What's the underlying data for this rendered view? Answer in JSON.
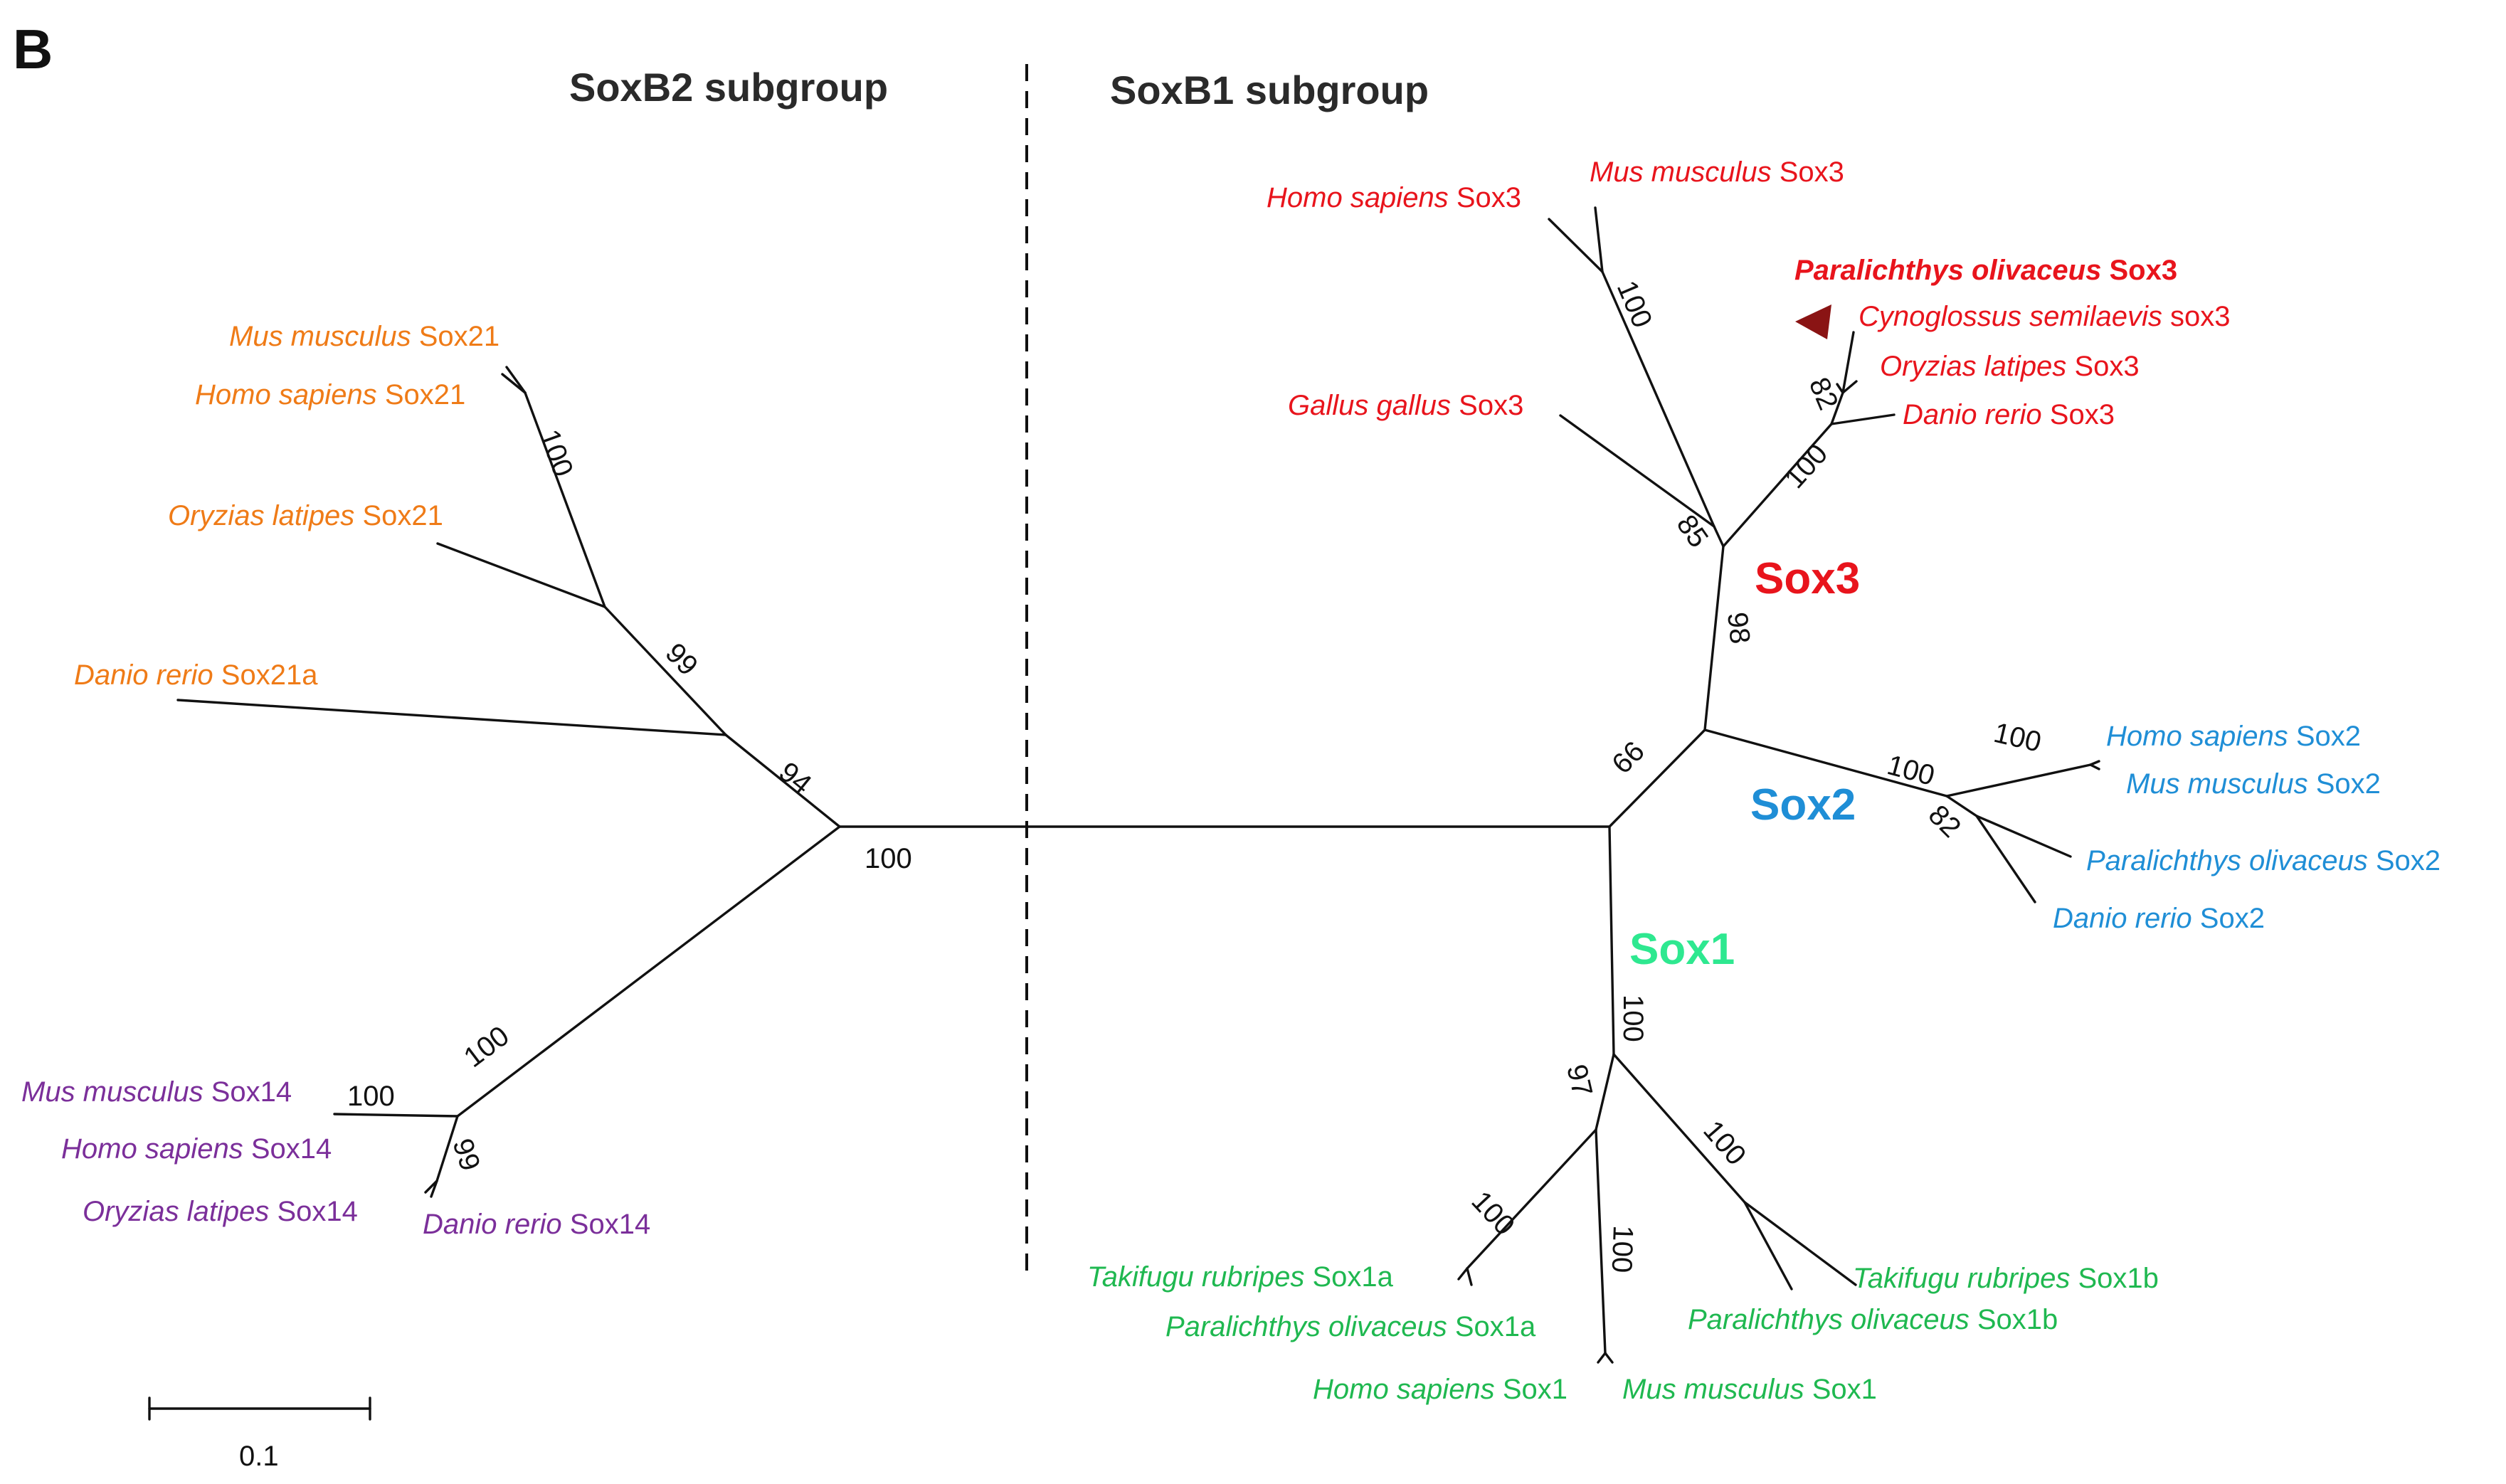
{
  "panel_label": "B",
  "groups": {
    "soxb2": "SoxB2 subgroup",
    "soxb1": "SoxB1 subgroup"
  },
  "clades": {
    "sox3": "Sox3",
    "sox2": "Sox2",
    "sox1": "Sox1"
  },
  "colors": {
    "sox3": "#e8141c",
    "sox2": "#1f8ed6",
    "sox1": "#1fb850",
    "sox1_label": "#2ee890",
    "sox21": "#ef7b17",
    "sox14": "#7b2f9a",
    "marker": "#8a1414",
    "line": "#111111"
  },
  "scale_bar": {
    "label": "0.1"
  },
  "marker_icon": "triangle-left-icon",
  "leaves": {
    "hs_sox3": {
      "species": "Homo sapiens",
      "gene": "Sox3"
    },
    "mm_sox3": {
      "species": "Mus musculus",
      "gene": "Sox3"
    },
    "po_sox3": {
      "species": "Paralichthys olivaceus",
      "gene": "Sox3"
    },
    "cs_sox3": {
      "species": "Cynoglossus semilaevis",
      "gene": "sox3"
    },
    "ol_sox3": {
      "species": "Oryzias latipes",
      "gene": "Sox3"
    },
    "dr_sox3": {
      "species": "Danio rerio",
      "gene": "Sox3"
    },
    "gg_sox3": {
      "species": "Gallus gallus",
      "gene": "Sox3"
    },
    "hs_sox2": {
      "species": "Homo sapiens",
      "gene": "Sox2"
    },
    "mm_sox2": {
      "species": "Mus musculus",
      "gene": "Sox2"
    },
    "po_sox2": {
      "species": "Paralichthys olivaceus",
      "gene": "Sox2"
    },
    "dr_sox2": {
      "species": "Danio rerio",
      "gene": "Sox2"
    },
    "tr_sox1a": {
      "species": "Takifugu rubripes",
      "gene": "Sox1a"
    },
    "po_sox1a": {
      "species": "Paralichthys olivaceus",
      "gene": "Sox1a"
    },
    "hs_sox1": {
      "species": "Homo sapiens",
      "gene": "Sox1"
    },
    "mm_sox1": {
      "species": "Mus musculus",
      "gene": "Sox1"
    },
    "tr_sox1b": {
      "species": "Takifugu rubripes",
      "gene": "Sox1b"
    },
    "po_sox1b": {
      "species": "Paralichthys olivaceus",
      "gene": "Sox1b"
    },
    "mm_sox21": {
      "species": "Mus musculus",
      "gene": "Sox21"
    },
    "hs_sox21": {
      "species": "Homo sapiens",
      "gene": "Sox21"
    },
    "ol_sox21": {
      "species": "Oryzias latipes",
      "gene": "Sox21"
    },
    "dr_sox21a": {
      "species": "Danio rerio",
      "gene": "Sox21a"
    },
    "mm_sox14": {
      "species": "Mus musculus",
      "gene": "Sox14"
    },
    "hs_sox14": {
      "species": "Homo sapiens",
      "gene": "Sox14"
    },
    "ol_sox14": {
      "species": "Oryzias latipes",
      "gene": "Sox14"
    },
    "dr_sox14": {
      "species": "Danio rerio",
      "gene": "Sox14"
    }
  },
  "bootstrap": {
    "root": "100",
    "soxb2_upper": "94",
    "sox21_inner": "99",
    "sox21_mm_hs": "100",
    "sox14_clade": "100",
    "sox14_mm": "100",
    "sox14_inner": "99",
    "soxb1_sox2_sox3": "66",
    "sox3_clade": "98",
    "sox3_tetrapod": "85",
    "sox3_mammal": "100",
    "sox3_fish": "100",
    "sox3_fish_inner": "82",
    "sox2_clade": "100",
    "sox2_mammal": "100",
    "sox2_fish": "82",
    "sox1_clade": "100",
    "sox1_upper": "97",
    "sox1a_fish": "100",
    "sox1_mammal": "100",
    "sox1b_fish": "100"
  }
}
